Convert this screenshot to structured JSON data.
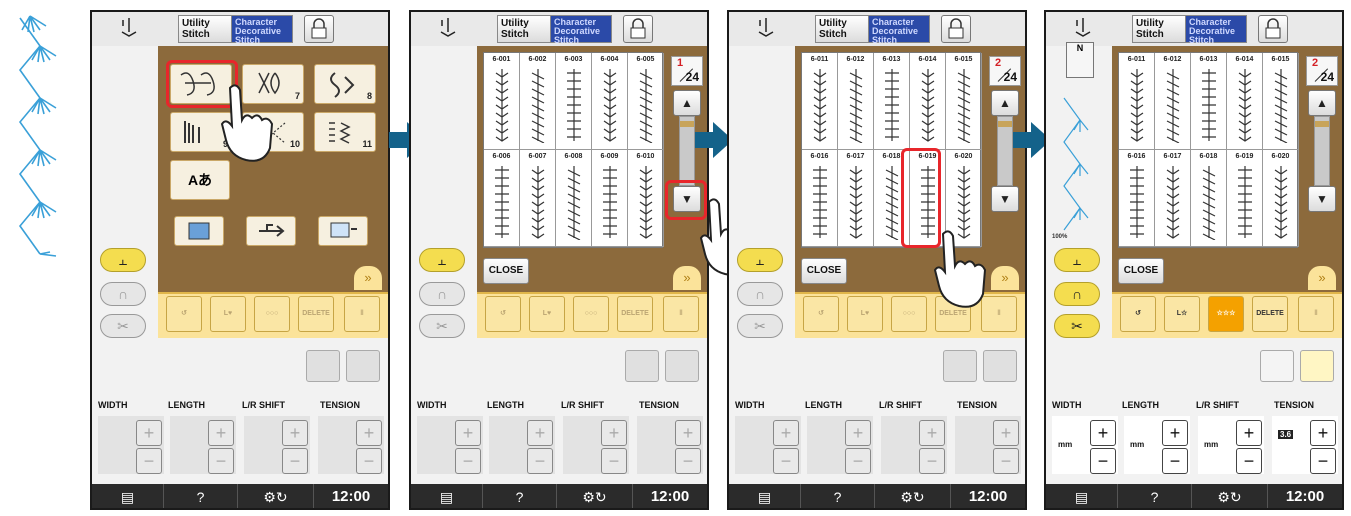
{
  "title_tabs": {
    "utility": [
      "Utility",
      "Stitch"
    ],
    "character": [
      "Character",
      "Decorative",
      "Stitch"
    ]
  },
  "categories": [
    "",
    "7",
    "8",
    "9",
    "10",
    "11",
    "Aあ"
  ],
  "category_names": [
    "decorative-stitch-category",
    "satin-stitch-category",
    "cross-stitch-category",
    "stitch-category-9",
    "stitch-category-10",
    "stitch-category-11",
    "character-alphabet-category"
  ],
  "grid_page1": [
    "6-001",
    "6-002",
    "6-003",
    "6-004",
    "6-005",
    "6-006",
    "6-007",
    "6-008",
    "6-009",
    "6-010"
  ],
  "grid_page2": [
    "6-011",
    "6-012",
    "6-013",
    "6-014",
    "6-015",
    "6-016",
    "6-017",
    "6-018",
    "6-019",
    "6-020"
  ],
  "pages": {
    "screen2": {
      "current": "1",
      "total": "24"
    },
    "screen3": {
      "current": "2",
      "total": "24"
    },
    "screen4": {
      "current": "2",
      "total": "24"
    }
  },
  "close_label": "CLOSE",
  "delete_label": "DELETE",
  "settings": {
    "width": "WIDTH",
    "length": "LENGTH",
    "lr_shift": "L/R SHIFT",
    "tension": "TENSION"
  },
  "tension_value": "3.6",
  "unit_mm": "mm",
  "zoom_label": "100%",
  "presser_foot_label": "N",
  "help_label": "?",
  "clock": "12:00",
  "colors": {
    "brown": "#8c6a3c",
    "yellow": "#f4dd4f",
    "highlight": "#e8262b",
    "arrow": "#14628a",
    "tab_blue": "#2b4aa8"
  },
  "icons": [
    "needle-icon",
    "lock-icon",
    "usb-icon",
    "pc-icon",
    "memory-icon",
    "help-icon",
    "clock",
    "hand-pointer-icon",
    "next-arrow-icon"
  ]
}
